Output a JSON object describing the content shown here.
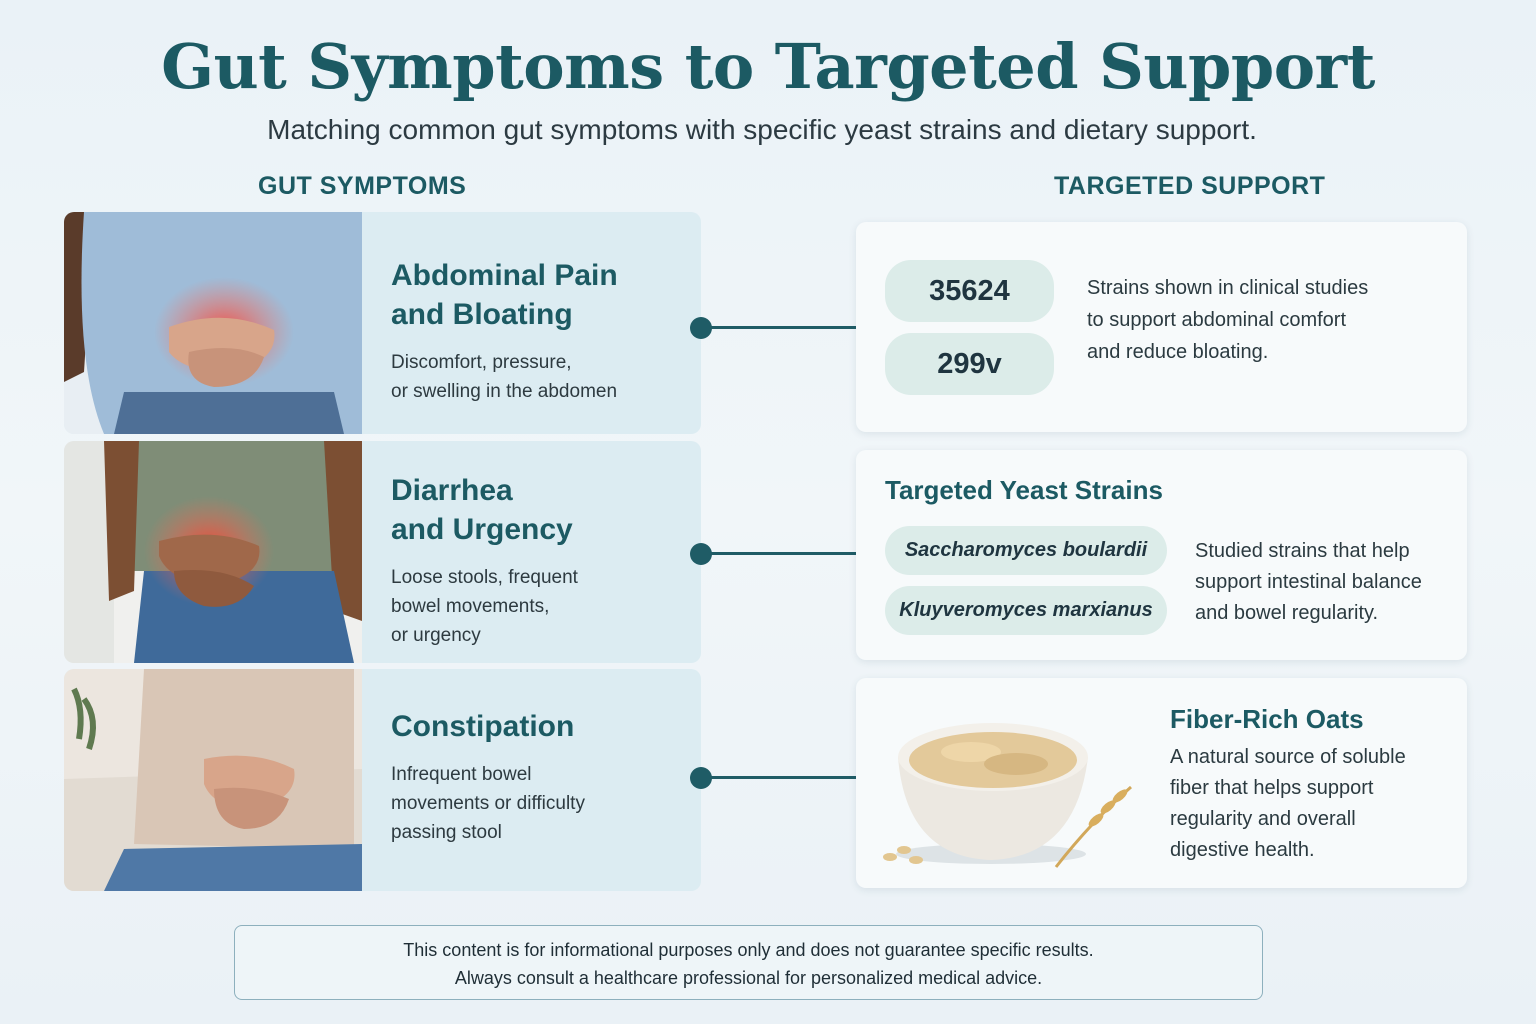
{
  "header": {
    "title": "Gut Symptoms to Targeted Support",
    "subtitle": "Matching common gut symptoms with specific yeast strains and dietary support."
  },
  "columns": {
    "left": "GUT SYMPTOMS",
    "right": "TARGETED SUPPORT"
  },
  "symptoms": [
    {
      "title_line1": "Abdominal Pain",
      "title_line2": "and Bloating",
      "desc_line1": "Discomfort, pressure,",
      "desc_line2": "or swelling in the abdomen",
      "desc_line3": ""
    },
    {
      "title_line1": "Diarrhea",
      "title_line2": "and Urgency",
      "desc_line1": "Loose stools, frequent",
      "desc_line2": "bowel movements,",
      "desc_line3": "or urgency"
    },
    {
      "title_line1": "Constipation",
      "title_line2": "",
      "desc_line1": "Infrequent bowel",
      "desc_line2": "movements or difficulty",
      "desc_line3": "passing stool"
    }
  ],
  "support": {
    "card1": {
      "pill1": "35624",
      "pill2": "299v",
      "text_line1": "Strains shown in clinical studies",
      "text_line2": "to support abdominal comfort",
      "text_line3": "and reduce bloating."
    },
    "card2": {
      "title": "Targeted Yeast Strains",
      "pill1": "Saccharomyces boulardii",
      "pill2": "Kluyveromyces marxianus",
      "text_line1": "Studied strains that help",
      "text_line2": "support intestinal balance",
      "text_line3": "and bowel regularity."
    },
    "card3": {
      "title": "Fiber-Rich Oats",
      "text_line1": "A natural source of soluble",
      "text_line2": "fiber that helps support",
      "text_line3": "regularity and overall",
      "text_line4": "digestive health."
    }
  },
  "disclaimer": {
    "line1": "This content is for informational purposes only and does not guarantee specific results.",
    "line2": "Always consult a healthcare professional for personalized medical advice."
  },
  "colors": {
    "accent": "#1c5a63",
    "card_bg": "#dcecf2",
    "pill_bg": "#dcece9",
    "highlight": "#e8473a"
  }
}
